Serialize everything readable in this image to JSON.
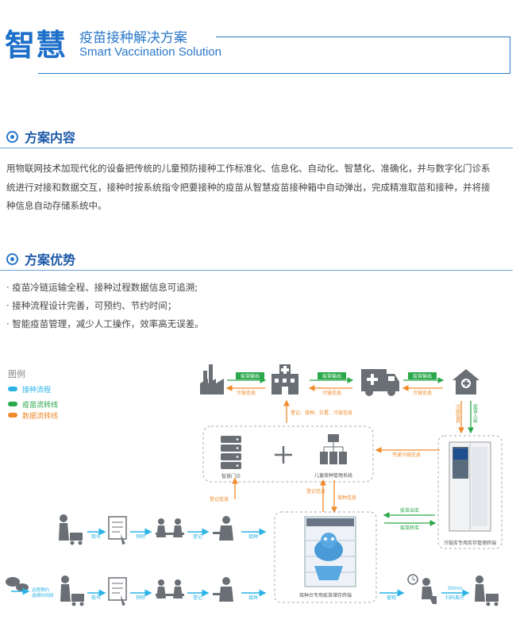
{
  "header": {
    "big_title": "智慧",
    "title_zh": "疫苗接种解决方案",
    "title_en": "Smart Vaccination Solution"
  },
  "section1": {
    "title": "方案内容",
    "paragraph_lines": [
      "用物联网技术加现代化的设备把传统的儿童预防接种工作标准化、信息化、自动化、智慧化、准确化，并与数字化门诊系",
      "统进行对接和数据交互，接种时按系统指令把要接种的疫苗从智慧疫苗接种箱中自动弹出，完成精准取苗和接种，并将接",
      "种信息自动存储系统中。"
    ]
  },
  "section2": {
    "title": "方案优势",
    "bullets": [
      "· 疫苗冷链运输全程、接种过程数据信息可追溯;",
      "· 接种流程设计完善，可预约、节约时间；",
      "· 智能疫苗管理，减少人工操作，效率高无误差。"
    ]
  },
  "legend": {
    "title": "图例",
    "items": [
      {
        "label": "接种流程",
        "color": "#2bb3e6"
      },
      {
        "label": "疫苗流转线",
        "color": "#2aa84a"
      },
      {
        "label": "数据流转线",
        "color": "#f08a2a"
      }
    ]
  },
  "diagram": {
    "supply_chain": {
      "top_labels": [
        "疫苗输出",
        "疫苗输出",
        "疫苗输出"
      ],
      "bottom_labels": [
        "冷链信息",
        "冷链信息",
        "冷链信息"
      ],
      "vertical_right": [
        "冷链信息",
        "疫苗入库"
      ]
    },
    "center": {
      "up_label": "登记、接种、位置、冷链信息",
      "server_label": "智慧门诊",
      "system_label": "儿童接种管理系统",
      "to_fridge_label": "传递冷链信息",
      "register_info": "登记信息",
      "register_info2": "登记信息",
      "vaccination_info": "接种信息"
    },
    "fridge": {
      "label": "冷链库专用库存管理终端",
      "out_label": "疫苗出库",
      "back_label": "疫苗转库"
    },
    "cabinet": {
      "label": "接种台专用疫苗储存终端"
    },
    "row1": {
      "steps": [
        "取号",
        "预检",
        "登记",
        "接种"
      ]
    },
    "row2": {
      "start_label": "远程预约\n选择时间段",
      "steps": [
        "取号",
        "预检",
        "登记",
        "接种",
        "留观"
      ],
      "wait_label": "30min",
      "leave_label": "扫码离开"
    }
  }
}
